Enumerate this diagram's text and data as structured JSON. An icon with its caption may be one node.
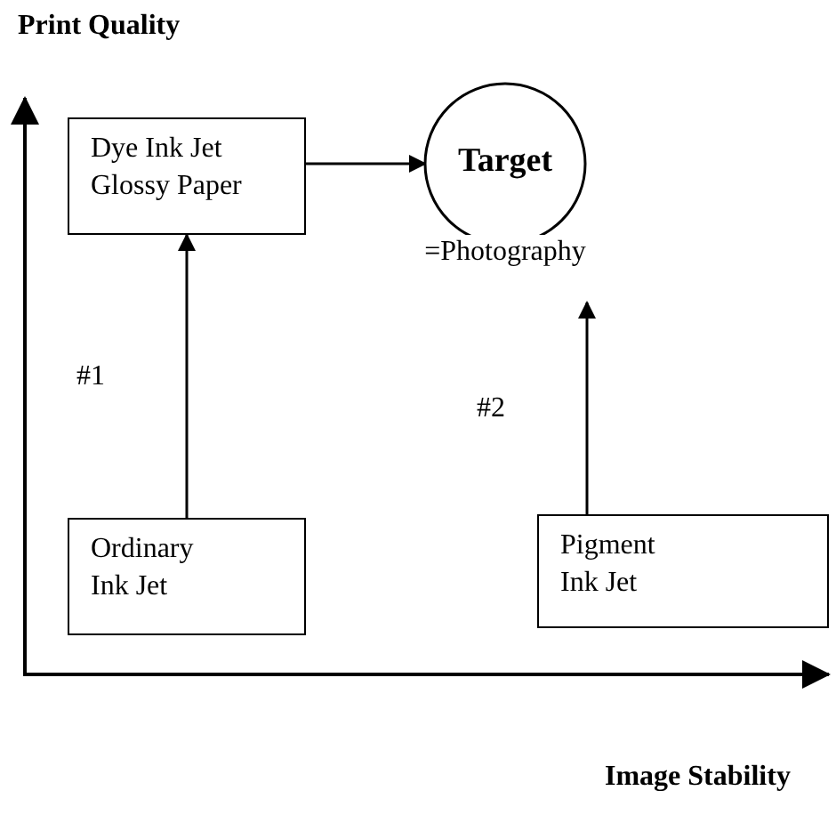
{
  "diagram": {
    "nodes": [
      {
        "text": [
          "Dye Ink Jet Glossy Paper"
        ]
      },
      {
        "text": [
          "Target"
        ],
        "beside": [
          "=Photography"
        ]
      },
      {
        "text": [
          "Ordinary Ink Jet"
        ]
      },
      {
        "text": [
          "Pigment Ink Jet"
        ]
      }
    ],
    "edges": [
      {
        "from": 2,
        "to": 0,
        "arrow": "to",
        "label": "#1"
      },
      {
        "from": 3,
        "to": 1,
        "arrow": "to",
        "label": "#2"
      },
      {
        "from": 0,
        "to": 1,
        "arrow": "to"
      }
    ],
    "labels": [
      "Print Quality",
      "Image Stability"
    ]
  }
}
